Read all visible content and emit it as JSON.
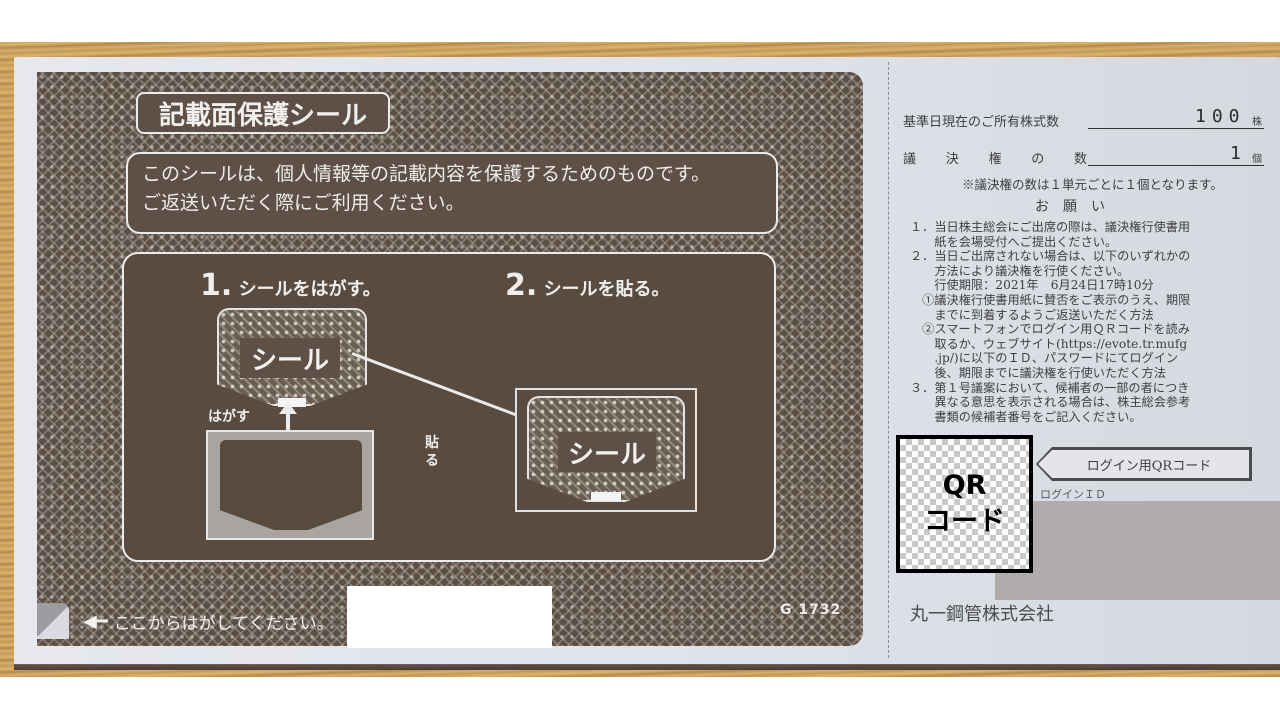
{
  "seal": {
    "title": "記載面保護シール",
    "description": [
      "このシールは、個人情報等の記載内容を保護するためのものです。",
      "ご返送いただく際にご利用ください。"
    ],
    "steps": [
      {
        "number": "1.",
        "label": "シールをはがす。"
      },
      {
        "number": "2.",
        "label": "シールを貼る。"
      }
    ],
    "sticker_label": "シール",
    "peel_label": "はがす",
    "attach_label_vertical": [
      "貼",
      "る"
    ],
    "peel_instruction": "ここからはがしてください。",
    "peel_arrow_icon": "left-arrow",
    "serial": "G 1732"
  },
  "ticket": {
    "shares_label": "基準日現在のご所有株式数",
    "shares_value": "100",
    "shares_unit": "株",
    "votes_label_chars": [
      "議",
      "決",
      "権",
      "の",
      "数"
    ],
    "votes_value": "1",
    "votes_unit": "個",
    "votes_note": "※議決権の数は１単元ごとに１個となります。",
    "request_heading": "お　願　い",
    "notes": [
      "１．当日株主総会にご出席の際は、議決権行使書用",
      "　　紙を会場受付へご提出ください。",
      "２．当日ご出席されない場合は、以下のいずれかの",
      "　　方法により議決権を行使ください。",
      "　　行使期限：2021年　6月24日17時10分",
      "　①議決権行使書用紙に賛否をご表示のうえ、期限",
      "　　までに到着するようご返送いただく方法",
      "　②スマートフォンでログイン用ＱＲコードを読み",
      "　　取るか、ウェブサイト(https://evote.tr.mufg",
      "　　.jp/)に以下のＩＤ、パスワードにてログイン",
      "　　後、期限までに議決権を行使いただく方法",
      "３．第１号議案において、候補者の一部の者につき",
      "　　異なる意思を表示される場合は、株主総会参考",
      "　　書類の候補者番号をご記入ください。"
    ],
    "qr_tag_label": "ログイン用QRコード",
    "qr_placeholder": [
      "QR",
      "コード"
    ],
    "login_id_label": "ログインＩＤ",
    "company": "丸一鋼管株式会社"
  }
}
